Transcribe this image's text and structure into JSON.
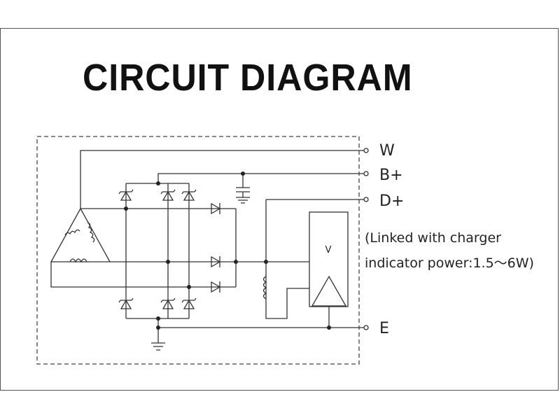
{
  "title": "CIRCUIT DIAGRAM",
  "terminals": {
    "w": "W",
    "b_plus": "B+",
    "d_plus": "D+",
    "e": "E"
  },
  "regulator_label": "V",
  "note": {
    "line1": "(Linked with charger",
    "line2": "indicator power:1.5～6W)"
  },
  "colors": {
    "line": "#333333",
    "background": "#ffffff"
  }
}
